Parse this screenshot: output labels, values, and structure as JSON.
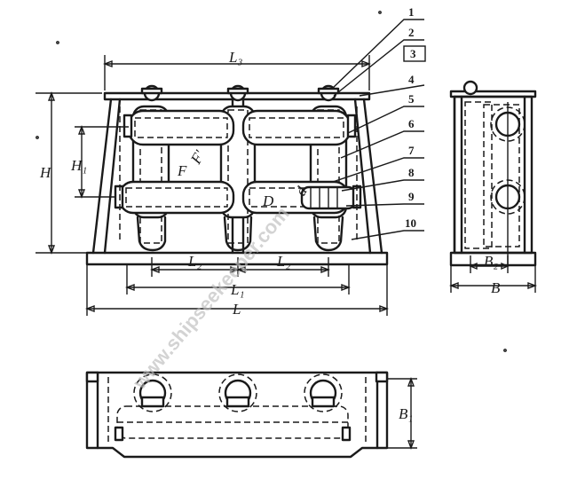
{
  "watermark": "www.shipseekeeper.com",
  "dimension_labels": {
    "L3": "L₃",
    "L2_left": "L₂",
    "L2_right": "L₂",
    "L1": "L₁",
    "L": "L",
    "H": "H",
    "H1": "H₁",
    "F": "F",
    "F_prime": "F'",
    "D": "D",
    "d": "d",
    "B": "B",
    "B2": "B₂",
    "B1": "B₁"
  },
  "part_numbers": [
    "1",
    "2",
    "3",
    "4",
    "5",
    "6",
    "7",
    "8",
    "9",
    "10"
  ]
}
